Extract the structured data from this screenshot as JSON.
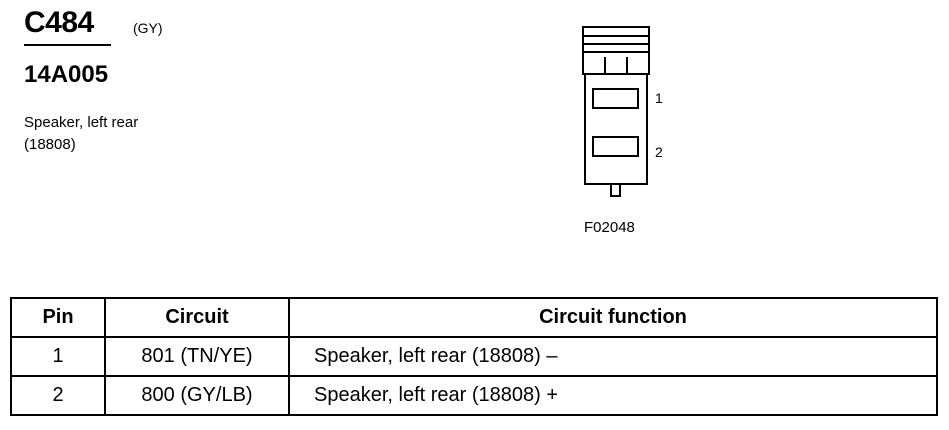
{
  "connector": {
    "id": "C484",
    "color": "(GY)",
    "part_number": "14A005",
    "description_line1": "Speaker, left rear",
    "description_line2": "(18808)"
  },
  "diagram": {
    "pin_labels": [
      "1",
      "2"
    ],
    "figure_code": "F02048"
  },
  "table": {
    "headers": [
      "Pin",
      "Circuit",
      "Circuit function"
    ],
    "rows": [
      {
        "pin": "1",
        "circuit": "801 (TN/YE)",
        "function": "Speaker, left rear (18808) –"
      },
      {
        "pin": "2",
        "circuit": "800 (GY/LB)",
        "function": "Speaker, left rear (18808) +"
      }
    ]
  }
}
